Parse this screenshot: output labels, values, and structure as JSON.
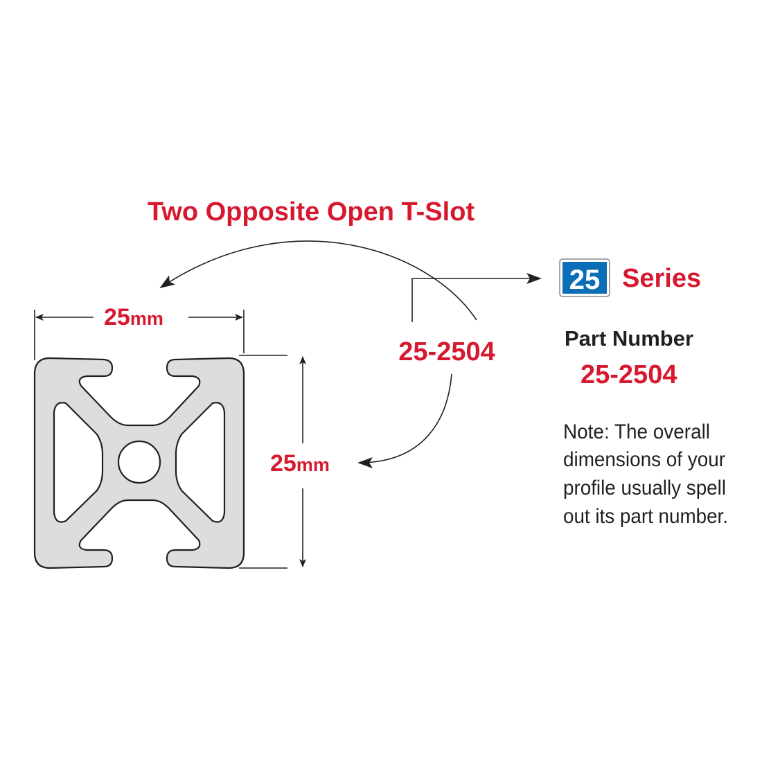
{
  "title": "Two Opposite Open T-Slot",
  "width_dim": {
    "value": "25",
    "unit": "mm"
  },
  "height_dim": {
    "value": "25",
    "unit": "mm"
  },
  "center_part_number": "25-2504",
  "series": {
    "badge": "25",
    "label": "Series"
  },
  "part_number_label": "Part Number",
  "part_number": "25-2504",
  "note_lines": [
    "Note: The overall",
    "dimensions of your",
    "profile usually spell",
    "out its part number."
  ],
  "colors": {
    "accent": "#d7192f",
    "badge": "#0a6fb7",
    "profile_fill": "#dcdddc",
    "text": "#231f20"
  }
}
